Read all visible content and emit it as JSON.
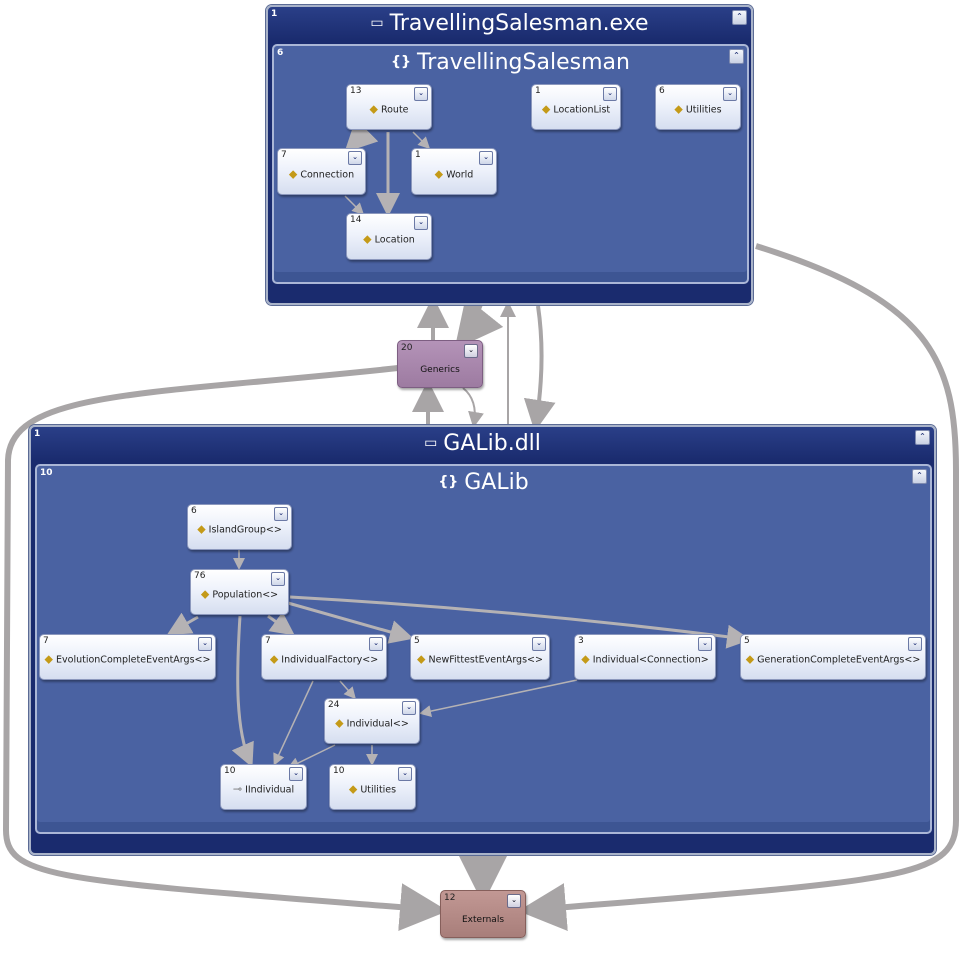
{
  "assemblies": {
    "exe": {
      "count": "1",
      "name": "TravellingSalesman.exe",
      "icon": "assembly-icon"
    },
    "dll": {
      "count": "1",
      "name": "GALib.dll",
      "icon": "assembly-icon"
    }
  },
  "namespaces": {
    "ts": {
      "count": "6",
      "name": "TravellingSalesman",
      "icon": "namespace-icon"
    },
    "ga": {
      "count": "10",
      "name": "GALib",
      "icon": "namespace-icon"
    }
  },
  "nodes": {
    "route": {
      "count": "13",
      "label": "Route"
    },
    "locationlist": {
      "count": "1",
      "label": "LocationList"
    },
    "utilities_ts": {
      "count": "6",
      "label": "Utilities"
    },
    "connection": {
      "count": "7",
      "label": "Connection"
    },
    "world": {
      "count": "1",
      "label": "World"
    },
    "location": {
      "count": "14",
      "label": "Location"
    },
    "islandgroup": {
      "count": "6",
      "label": "IslandGroup<>"
    },
    "population": {
      "count": "76",
      "label": "Population<>"
    },
    "evolution": {
      "count": "7",
      "label": "EvolutionCompleteEventArgs<>"
    },
    "individualfactory": {
      "count": "7",
      "label": "IndividualFactory<>"
    },
    "newfittest": {
      "count": "5",
      "label": "NewFittestEventArgs<>"
    },
    "individualconn": {
      "count": "3",
      "label": "Individual<Connection>"
    },
    "generation": {
      "count": "5",
      "label": "GenerationCompleteEventArgs<>"
    },
    "individual": {
      "count": "24",
      "label": "Individual<>"
    },
    "iindividual": {
      "count": "10",
      "label": "IIndividual"
    },
    "utilities_ga": {
      "count": "10",
      "label": "Utilities"
    }
  },
  "external": {
    "generics": {
      "count": "20",
      "label": "Generics"
    },
    "externals": {
      "count": "12",
      "label": "Externals"
    }
  },
  "colors": {
    "edge": "#a8a5a6",
    "edge_inner": "#b5b2b4",
    "generics_fill": "#a585a8",
    "externals_fill": "#b58a87",
    "assembly_bg": "#1a2b6e",
    "namespace_bg": "#4a62a2"
  }
}
